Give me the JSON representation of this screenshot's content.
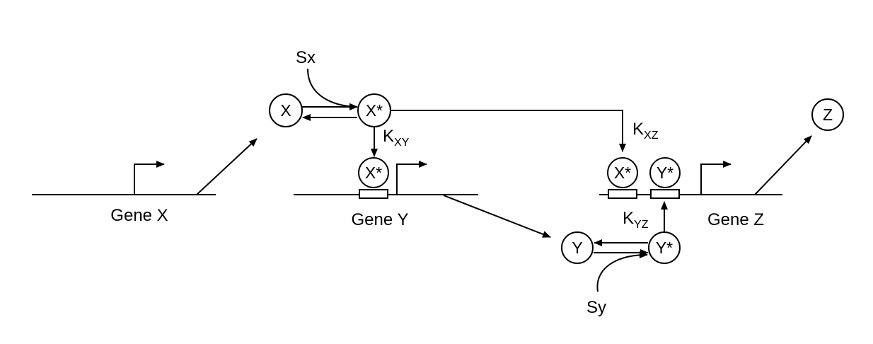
{
  "genes": {
    "x": "Gene X",
    "y": "Gene Y",
    "z": "Gene Z"
  },
  "nodes": {
    "x": "X",
    "x_active": "X*",
    "x_active_bound": "X*",
    "x_active_bound_z": "X*",
    "y_active_bound_z": "Y*",
    "y": "Y",
    "y_active": "Y*",
    "z": "Z"
  },
  "signals": {
    "sx": "Sx",
    "sy": "Sy"
  },
  "constants": {
    "kxy": {
      "main": "K",
      "sub": "XY"
    },
    "kxz": {
      "main": "K",
      "sub": "XZ"
    },
    "kyz": {
      "main": "K",
      "sub": "YZ"
    }
  }
}
